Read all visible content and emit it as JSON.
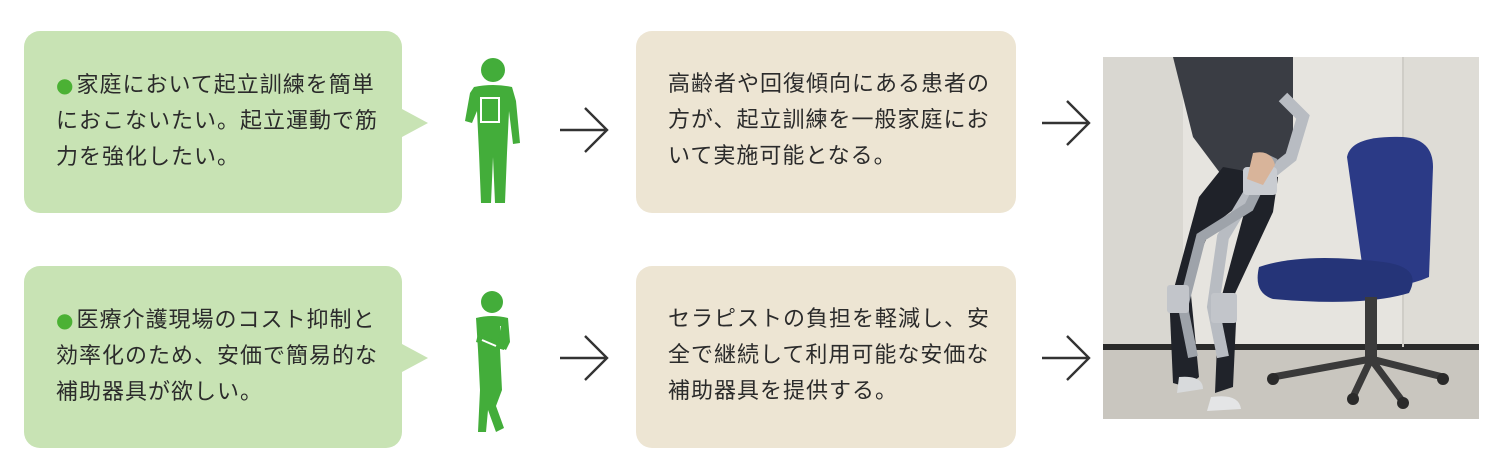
{
  "needs": [
    {
      "bullet": "●",
      "text": "家庭において起立訓練を簡単におこないたい。起立運動で筋力を強化したい。"
    },
    {
      "bullet": "●",
      "text": "医療介護現場のコスト抑制と効率化のため、安価で簡易的な補助器具が欲しい。"
    }
  ],
  "results": [
    {
      "text": "高齢者や回復傾向にある患者の方が、起立訓練を一般家庭において実施可能となる。"
    },
    {
      "text": "セラピストの負担を軽減し、安全で継続して利用可能な安価な補助器具を提供する。"
    }
  ],
  "colors": {
    "need_box": "#c8e3b4",
    "result_box": "#ede5d3",
    "person_icon": "#43ad3a",
    "bullet": "#4bb134",
    "arrow": "#333333"
  },
  "icons": {
    "person_standing": "person-with-document-icon",
    "person_leaning": "person-thinking-icon",
    "arrow": "chevron-arrow-right-icon"
  },
  "photo": {
    "subject": "standing-assist-exoskeleton-photo"
  }
}
